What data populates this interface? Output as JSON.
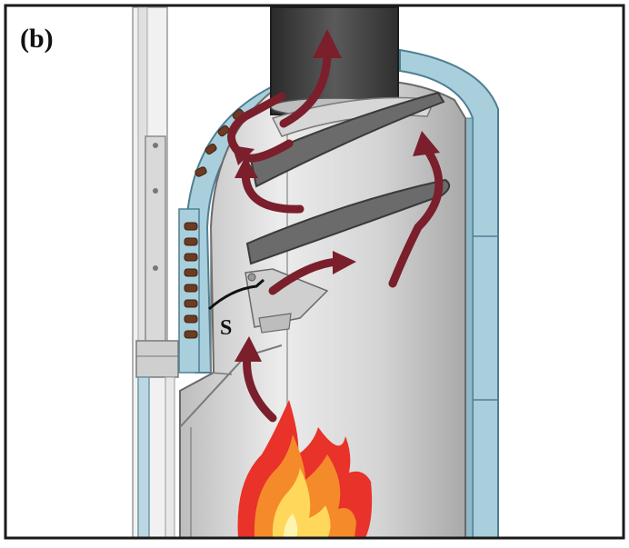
{
  "figure": {
    "panel_label": "(b)",
    "annotation_s": "S"
  },
  "colors": {
    "frame": "#1a1a1a",
    "steel_light": "#e4e4e4",
    "steel_mid": "#c9c9c9",
    "steel_dark": "#9a9a9a",
    "flue": "#3a3a3a",
    "insulation_blue": "#9fc6d6",
    "insulation_edge": "#5f8ea3",
    "baffle": "#6b6b6b",
    "arrow": "#7a1f2b",
    "flame_red": "#e8322a",
    "flame_orange": "#f58a2b",
    "flame_yellow": "#ffd75a"
  },
  "icons": [
    "flow-arrow",
    "flame-icon",
    "baffle-plate",
    "flue-pipe"
  ]
}
